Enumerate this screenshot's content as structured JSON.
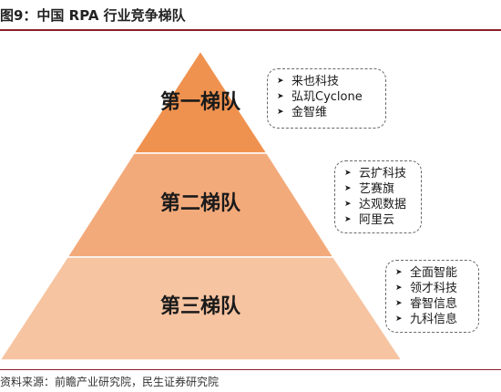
{
  "figure": {
    "title": "图9：中国 RPA 行业竞争梯队",
    "source": "资料来源：前瞻产业研究院，民生证券研究院"
  },
  "tiers": [
    {
      "label": "第一梯队",
      "color": "#f0924f",
      "companies": [
        "来也科技",
        "弘玑Cyclone",
        "金智维"
      ]
    },
    {
      "label": "第二梯队",
      "color": "#f3aa7b",
      "companies": [
        "云扩科技",
        "艺赛旗",
        "达观数据",
        "阿里云"
      ]
    },
    {
      "label": "第三梯队",
      "color": "#f6c4a1",
      "companies": [
        "全面智能",
        "领才科技",
        "睿智信息",
        "九科信息"
      ]
    }
  ],
  "bullet_icon": "arrow-right-icon"
}
